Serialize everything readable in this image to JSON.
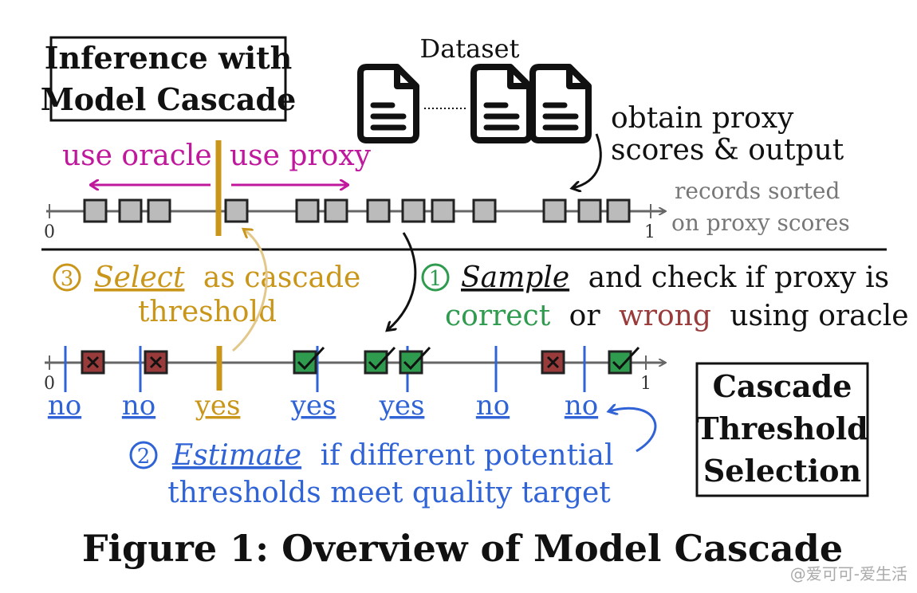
{
  "top": {
    "title_lines": [
      "Inference with",
      "Model Cascade"
    ],
    "dataset_label": "Dataset",
    "obtain_lines": [
      "obtain proxy",
      "scores & output"
    ],
    "use_oracle": "use oracle",
    "use_proxy": "use proxy",
    "sorted_lines": [
      "records sorted",
      "on proxy scores"
    ],
    "axis_min": "0",
    "axis_max": "1"
  },
  "step1": {
    "number": "1",
    "sample": "Sample",
    "rest": "and check if proxy is",
    "correct": "correct",
    "or": "or",
    "wrong": "wrong",
    "using": "using oracle"
  },
  "step3": {
    "number": "3",
    "select": "Select",
    "rest": "as cascade",
    "line2": "threshold"
  },
  "bottom": {
    "axis_min": "0",
    "axis_max": "1",
    "threshold_labels": [
      "no",
      "no",
      "yes",
      "yes",
      "yes",
      "no",
      "no"
    ]
  },
  "step2": {
    "number": "2",
    "estimate": "Estimate",
    "rest": "if different potential",
    "line2": "thresholds meet quality target"
  },
  "selection_box_lines": [
    "Cascade",
    "Threshold",
    "Selection"
  ],
  "caption": "Figure 1: Overview of Model Cascade",
  "watermark": "@爱可可-爱生活",
  "colors": {
    "magenta": "#c0189c",
    "gold": "#c9961a",
    "blue": "#2f63d6",
    "green": "#2e9b4f",
    "red": "#9a3b3b",
    "gray": "#777777"
  }
}
